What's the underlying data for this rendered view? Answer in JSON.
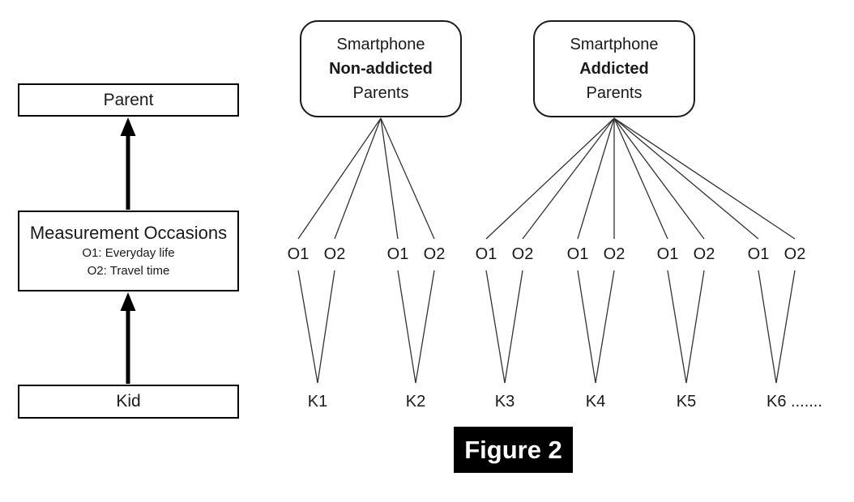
{
  "left_panel": {
    "parent_label": "Parent",
    "measurement": {
      "title": "Measurement Occasions",
      "sub1": "O1: Everyday life",
      "sub2": "O2: Travel time"
    },
    "kid_label": "Kid"
  },
  "groups": [
    {
      "line1": "Smartphone",
      "line2": "Non-addicted",
      "line3": "Parents"
    },
    {
      "line1": "Smartphone",
      "line2": "Addicted",
      "line3": "Parents"
    }
  ],
  "occasions": [
    "O1",
    "O2",
    "O1",
    "O2",
    "O1",
    "O2",
    "O1",
    "O2",
    "O1",
    "O2",
    "O1",
    "O2"
  ],
  "kids": [
    "K1",
    "K2",
    "K3",
    "K4",
    "K5",
    "K6 ......."
  ],
  "caption": "Figure 2",
  "colors": {
    "line": "#333333",
    "box_border": "#000000",
    "arrow": "#000000",
    "caption_bg": "#000000",
    "caption_text": "#ffffff",
    "background": "#ffffff"
  }
}
